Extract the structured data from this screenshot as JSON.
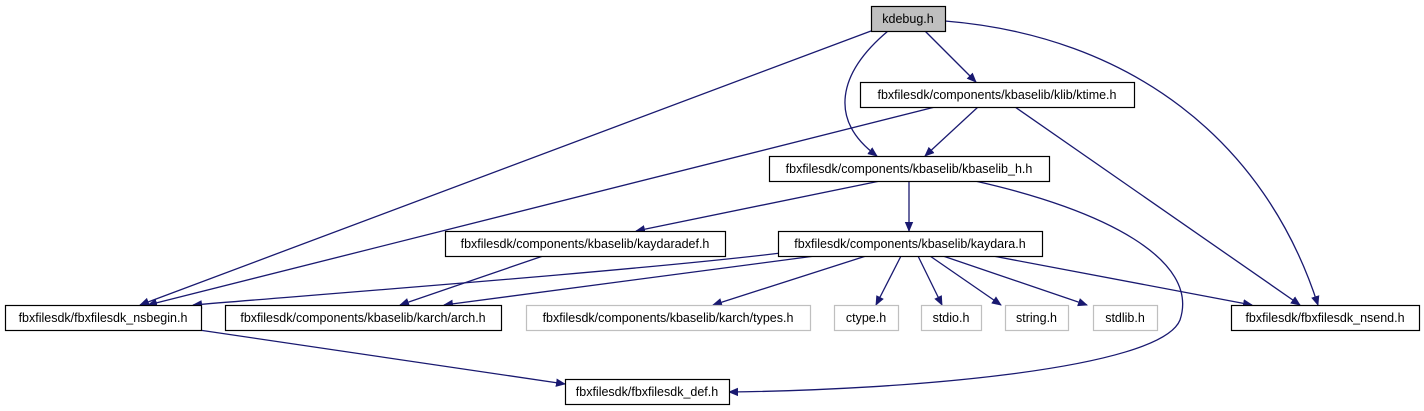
{
  "graph": {
    "colors": {
      "edge": "#191970",
      "box_border": "#000000",
      "missing_border": "#bfbfbf",
      "root_fill": "#bfbfbf",
      "fill": "#ffffff"
    },
    "nodes": [
      {
        "id": "kdebug",
        "label": "kdebug.h",
        "kind": "root"
      },
      {
        "id": "ktime",
        "label": "fbxfilesdk/components/kbaselib/klib/ktime.h",
        "kind": "normal"
      },
      {
        "id": "kbaselib_h",
        "label": "fbxfilesdk/components/kbaselib/kbaselib_h.h",
        "kind": "normal"
      },
      {
        "id": "kaydaradef",
        "label": "fbxfilesdk/components/kbaselib/kaydaradef.h",
        "kind": "normal"
      },
      {
        "id": "kaydara",
        "label": "fbxfilesdk/components/kbaselib/kaydara.h",
        "kind": "normal"
      },
      {
        "id": "nsbegin",
        "label": "fbxfilesdk/fbxfilesdk_nsbegin.h",
        "kind": "normal"
      },
      {
        "id": "arch",
        "label": "fbxfilesdk/components/kbaselib/karch/arch.h",
        "kind": "normal"
      },
      {
        "id": "types",
        "label": "fbxfilesdk/components/kbaselib/karch/types.h",
        "kind": "missing"
      },
      {
        "id": "ctype",
        "label": "ctype.h",
        "kind": "missing"
      },
      {
        "id": "stdio",
        "label": "stdio.h",
        "kind": "missing"
      },
      {
        "id": "string",
        "label": "string.h",
        "kind": "missing"
      },
      {
        "id": "stdlib",
        "label": "stdlib.h",
        "kind": "missing"
      },
      {
        "id": "nsend",
        "label": "fbxfilesdk/fbxfilesdk_nsend.h",
        "kind": "normal"
      },
      {
        "id": "def",
        "label": "fbxfilesdk/fbxfilesdk_def.h",
        "kind": "normal"
      }
    ],
    "edges": [
      {
        "from": "kdebug",
        "to": "nsbegin"
      },
      {
        "from": "kdebug",
        "to": "ktime"
      },
      {
        "from": "kdebug",
        "to": "kbaselib_h"
      },
      {
        "from": "kdebug",
        "to": "nsend"
      },
      {
        "from": "ktime",
        "to": "nsbegin"
      },
      {
        "from": "ktime",
        "to": "kbaselib_h"
      },
      {
        "from": "ktime",
        "to": "nsend"
      },
      {
        "from": "kbaselib_h",
        "to": "kaydaradef"
      },
      {
        "from": "kbaselib_h",
        "to": "kaydara"
      },
      {
        "from": "kbaselib_h",
        "to": "def"
      },
      {
        "from": "kaydaradef",
        "to": "arch"
      },
      {
        "from": "kaydara",
        "to": "nsbegin"
      },
      {
        "from": "kaydara",
        "to": "arch"
      },
      {
        "from": "kaydara",
        "to": "types"
      },
      {
        "from": "kaydara",
        "to": "ctype"
      },
      {
        "from": "kaydara",
        "to": "stdio"
      },
      {
        "from": "kaydara",
        "to": "string"
      },
      {
        "from": "kaydara",
        "to": "stdlib"
      },
      {
        "from": "kaydara",
        "to": "nsend"
      },
      {
        "from": "nsbegin",
        "to": "def"
      }
    ]
  }
}
